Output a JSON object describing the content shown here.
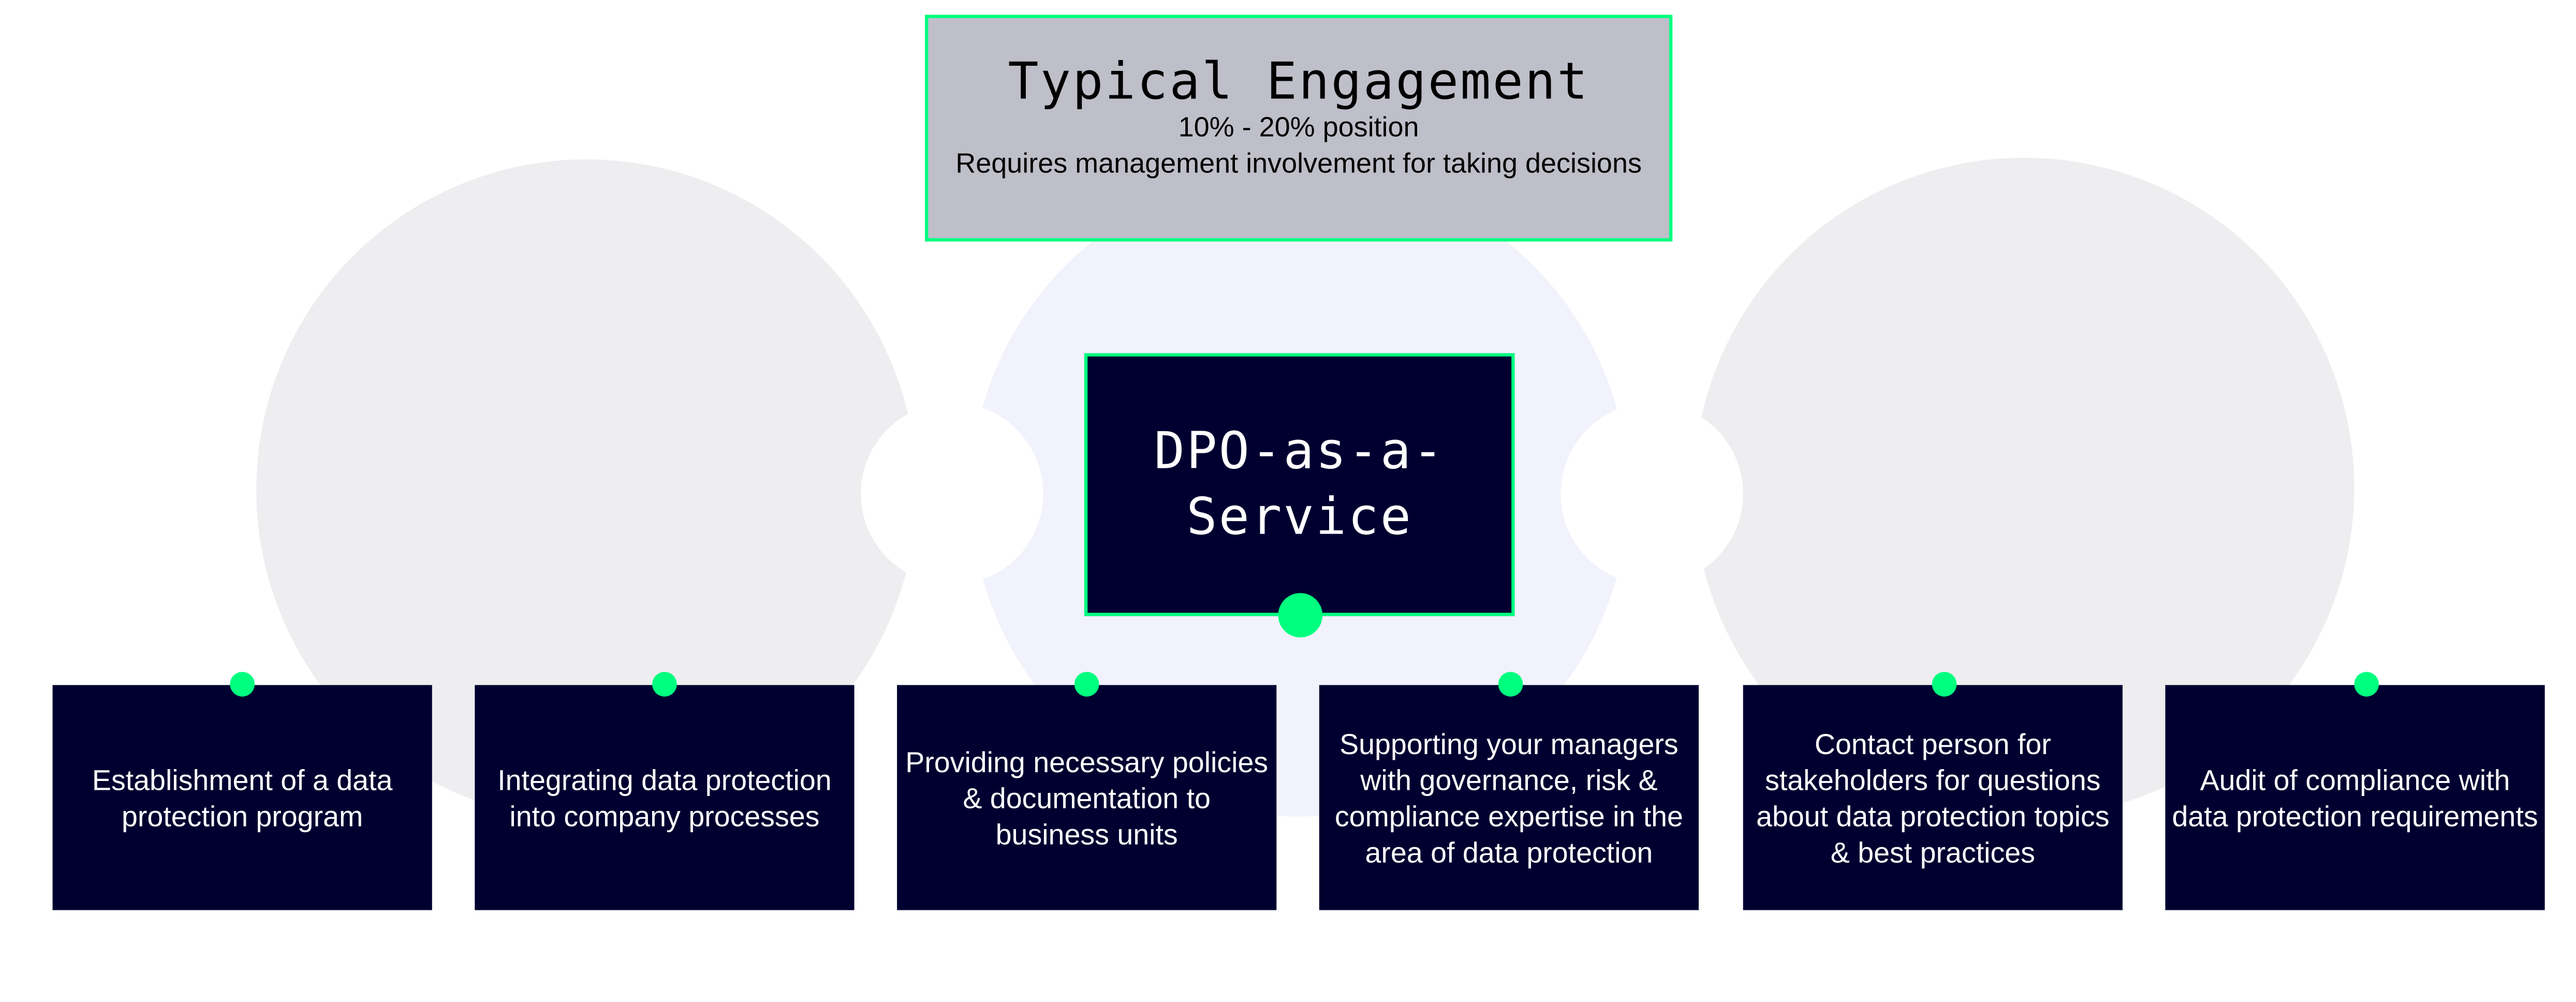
{
  "colors": {
    "accent": "#00FF7F",
    "card_bg": "#000030",
    "top_box_bg": "#BFBFCA",
    "side_circle": "#EEEEF0",
    "center_circle": "#F2F2FC"
  },
  "top_box": {
    "title": "Typical Engagement",
    "line1": "10% - 20% position",
    "line2": "Requires management involvement for taking decisions"
  },
  "center": {
    "title": "DPO-as-a-Service"
  },
  "cards": [
    {
      "text": "Establishment of a data protection program"
    },
    {
      "text": "Integrating data protection into company processes"
    },
    {
      "text": "Providing necessary policies & documentation to business units"
    },
    {
      "text": "Supporting your managers with governance, risk & compliance expertise in the area of data protection"
    },
    {
      "text": "Contact person for stakeholders for questions about data protection topics & best practices"
    },
    {
      "text": "Audit of compliance with data protection requirements"
    }
  ]
}
